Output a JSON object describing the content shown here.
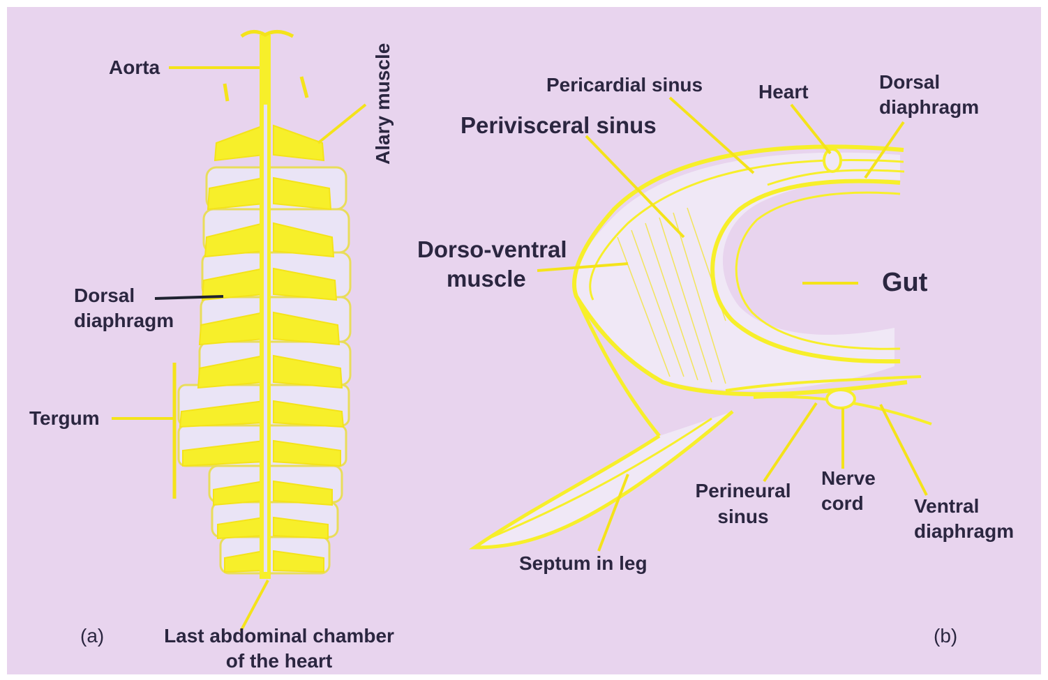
{
  "labels": {
    "aorta": "Aorta",
    "alary_muscle": "Alary muscle",
    "dorsal_diaphragm_a_1": "Dorsal",
    "dorsal_diaphragm_a_2": "diaphragm",
    "tergum": "Tergum",
    "last_chamber_1": "Last abdominal chamber",
    "last_chamber_2": "of the heart",
    "panel_a": "(a)",
    "pericardial_sinus": "Pericardial sinus",
    "heart": "Heart",
    "dorsal_diaphragm_b_1": "Dorsal",
    "dorsal_diaphragm_b_2": "diaphragm",
    "perivisceral_sinus": "Perivisceral sinus",
    "dorso_ventral_1": "Dorso-ventral",
    "dorso_ventral_2": "muscle",
    "gut": "Gut",
    "perineural_1": "Perineural",
    "perineural_2": "sinus",
    "nerve_cord_1": "Nerve",
    "nerve_cord_2": "cord",
    "ventral_diaphragm_1": "Ventral",
    "ventral_diaphragm_2": "diaphragm",
    "septum_in_leg": "Septum in leg",
    "panel_b": "(b)"
  },
  "colors": {
    "background": "#e8d4ee",
    "structure_yellow": "#f7ef2a",
    "structure_fill": "#f0e8f6",
    "label_text": "#2b2640",
    "dark_leader": "#1f2230"
  }
}
